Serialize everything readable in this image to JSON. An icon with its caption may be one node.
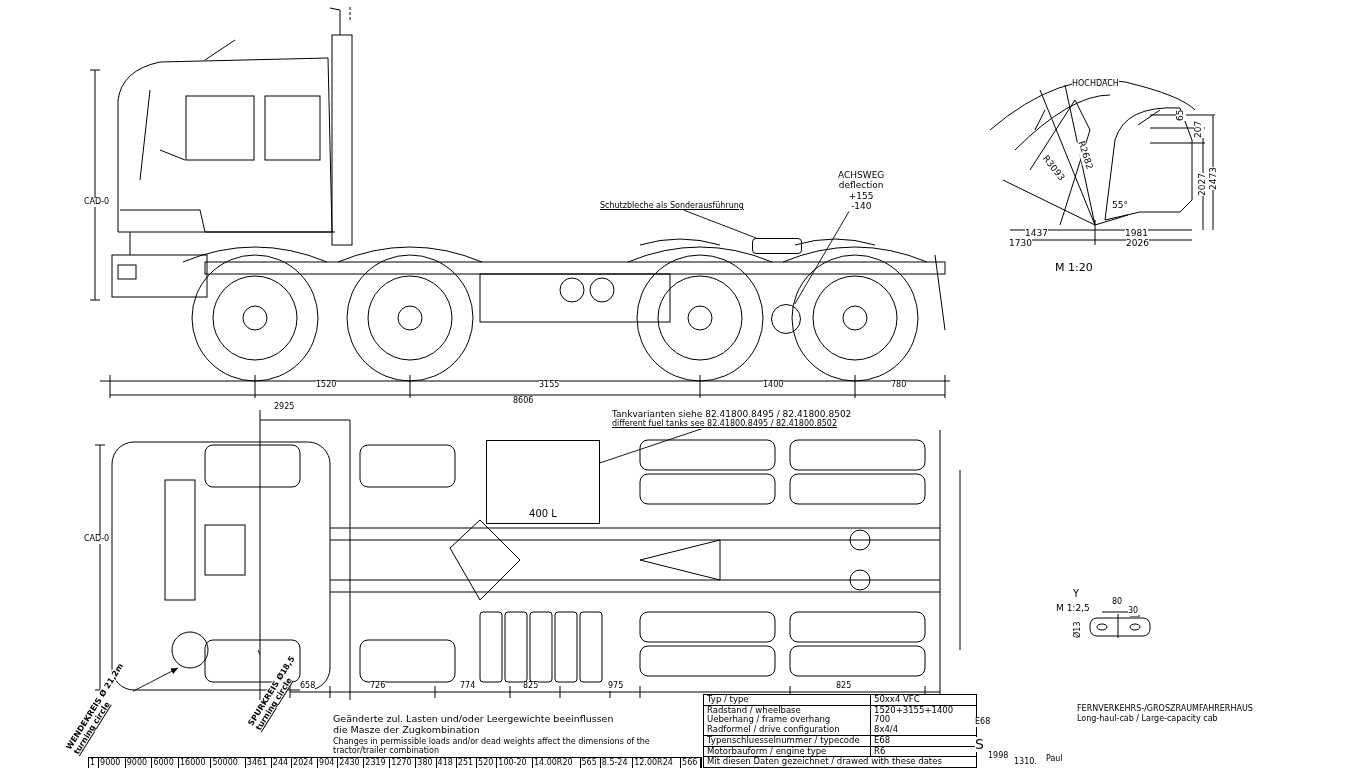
{
  "diagram": {
    "nodes": [
      {
        "text": [
          "Tankvarianten siehe 82.41800.8495 / 82.41800.8502",
          "different fuel tanks see 82.41800.8495 / 82.41800.8502"
        ]
      },
      {
        "text": [
          "400 L"
        ]
      },
      {
        "text": [
          "Schutzbleche als Sonderausführung"
        ]
      },
      {
        "text": [],
        "shape": "box"
      },
      {
        "text": [
          "ACHSWEG",
          "deflection",
          "+155",
          "-140"
        ]
      },
      {
        "text": [],
        "shape": "circle"
      },
      {
        "text": [
          "WENDEKREIS Ø 21,2m",
          "turning circle"
        ]
      },
      {
        "text": [
          "SPURKREIS Ø18,5",
          "turning circle"
        ]
      }
    ],
    "edges": [
      {
        "from": 0,
        "to": 1,
        "arrow": "none"
      },
      {
        "from": 2,
        "to": 3,
        "arrow": "none"
      },
      {
        "from": 4,
        "to": 5,
        "arrow": "none"
      },
      {
        "from": 6,
        "to": null,
        "arrow": "to"
      },
      {
        "from": 7,
        "to": null,
        "arrow": "none"
      }
    ],
    "labels": [
      "HOCHDACH",
      "65",
      "207",
      "R2682",
      "R3093",
      "2027",
      "2473",
      "55°",
      "1437",
      "1981",
      "1730",
      "2026",
      "M 1:20",
      "CAD-0",
      "1520",
      "3155",
      "1400",
      "780",
      "8606",
      "2925",
      "CAD-0",
      "658",
      "726",
      "774",
      "825",
      "975",
      "825",
      "Geänderte zul. Lasten und/oder Leergewichte beeinflussen die Masze der Zugkombination",
      "Changes in permissible loads and/or dead weights affect the dimensions of the tractor/trailer combination",
      "Y",
      "M 1:2,5",
      "80",
      "30",
      "Ø13",
      "1",
      "9000",
      "9000",
      "6000",
      "16000",
      "50000",
      "3461",
      "244",
      "2024",
      "904",
      "2430",
      "2319",
      "1270",
      "380",
      "418",
      "251",
      "520",
      "100-20",
      "14.00R20",
      "565",
      "8.5-24",
      "12.00R24",
      "566",
      "Typ / type",
      "50xx4 VFC",
      "Radstand / wheelbase",
      "1520+3155+1400",
      "Ueberhang / frame overhang",
      "700",
      "Radformel / drive configuration",
      "8x4/4",
      "Typenschluesselnummer / typecode",
      "E68",
      "Motorbauform / engine type",
      "R6",
      "Mit diesen Daten gezeichnet / drawed with these dates",
      "E68",
      "FERNVERKEHRS-/GROSZRAUMFAHRERHAUS",
      "Long-haul-cab / Large-capacity cab",
      "S",
      "1998",
      "1310.",
      "Paul"
    ]
  }
}
